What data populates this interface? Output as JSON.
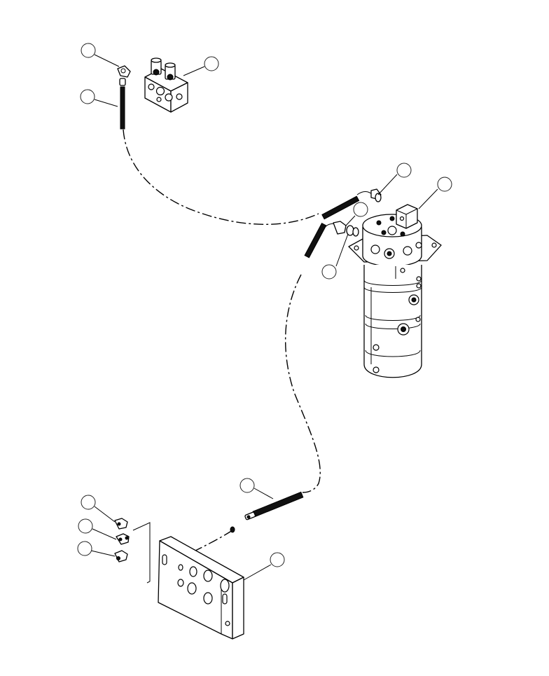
{
  "diagram": {
    "description_callouts": [
      {
        "id": "callout-1",
        "label": ""
      },
      {
        "id": "callout-2",
        "label": ""
      },
      {
        "id": "callout-3",
        "label": ""
      },
      {
        "id": "callout-4",
        "label": ""
      },
      {
        "id": "callout-5",
        "label": ""
      },
      {
        "id": "callout-6",
        "label": ""
      },
      {
        "id": "callout-7",
        "label": ""
      },
      {
        "id": "callout-8",
        "label": ""
      },
      {
        "id": "callout-9",
        "label": ""
      },
      {
        "id": "callout-10",
        "label": ""
      },
      {
        "id": "callout-11",
        "label": ""
      },
      {
        "id": "callout-12",
        "label": ""
      },
      {
        "id": "callout-13",
        "label": ""
      }
    ]
  }
}
